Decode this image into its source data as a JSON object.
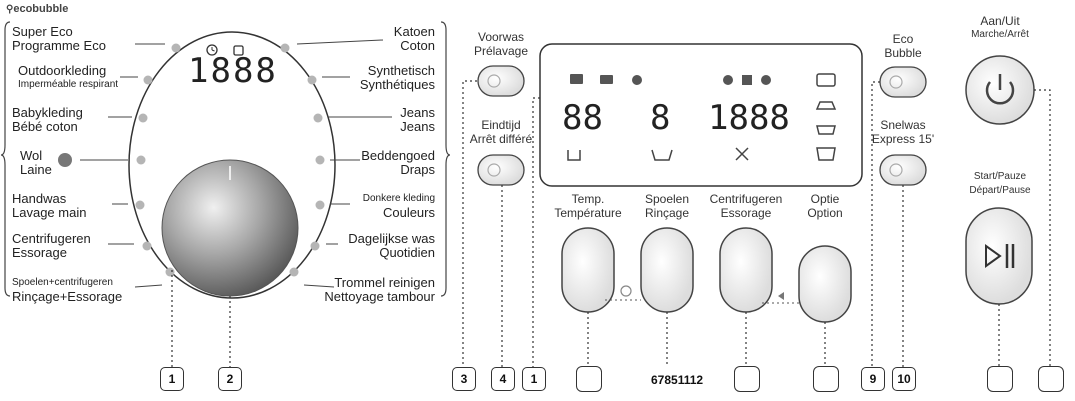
{
  "brand": "ecobubble",
  "dial_display": "1888",
  "left_programs": [
    {
      "nl": "Super Eco",
      "fr": "Programme Eco"
    },
    {
      "nl": "Outdoorkleding",
      "fr": "Imperméable respirant"
    },
    {
      "nl": "Babykleding",
      "fr": "Bébé coton"
    },
    {
      "nl": "Wol",
      "fr": "Laine"
    },
    {
      "nl": "Handwas",
      "fr": "Lavage main"
    },
    {
      "nl": "Centrifugeren",
      "fr": "Essorage"
    },
    {
      "nl": "Spoelen+centrifugeren",
      "fr": "Rinçage+Essorage"
    }
  ],
  "right_programs": [
    {
      "nl": "Katoen",
      "fr": "Coton"
    },
    {
      "nl": "Synthetisch",
      "fr": "Synthétiques"
    },
    {
      "nl": "Jeans",
      "fr": "Jeans"
    },
    {
      "nl": "Beddengoed",
      "fr": "Draps"
    },
    {
      "nl": "Donkere kleding",
      "fr": "Couleurs"
    },
    {
      "nl": "Dagelijkse was",
      "fr": "Quotidien"
    },
    {
      "nl": "Trommel reinigen",
      "fr": "Nettoyage tambour"
    }
  ],
  "buttons": {
    "prewash": {
      "nl": "Voorwas",
      "fr": "Prélavage"
    },
    "delay_end": {
      "nl": "Eindtijd",
      "fr": "Arrêt différé"
    },
    "temp": {
      "nl": "Temp.",
      "fr": "Température"
    },
    "rinse": {
      "nl": "Spoelen",
      "fr": "Rinçage"
    },
    "spin": {
      "nl": "Centrifugeren",
      "fr": "Essorage"
    },
    "option": {
      "nl": "Optie",
      "fr": "Option"
    },
    "eco_bubble": {
      "nl": "Eco",
      "fr": "Bubble"
    },
    "quick_wash": {
      "nl": "Snelwas",
      "fr": "Express 15'"
    },
    "power": {
      "nl": "Aan/Uit",
      "fr": "Marche/Arrêt"
    },
    "start_pause": {
      "nl": "Start/Pauze",
      "fr": "Départ/Pause"
    }
  },
  "display": {
    "time_left": "88",
    "rinse_count": "8",
    "time_right": "1888"
  },
  "callouts": {
    "c1": "1",
    "c2": "2",
    "c3": "3",
    "c4": "4",
    "c1b": "1",
    "c9": "9",
    "c10": "10"
  },
  "part_code": "67851112"
}
